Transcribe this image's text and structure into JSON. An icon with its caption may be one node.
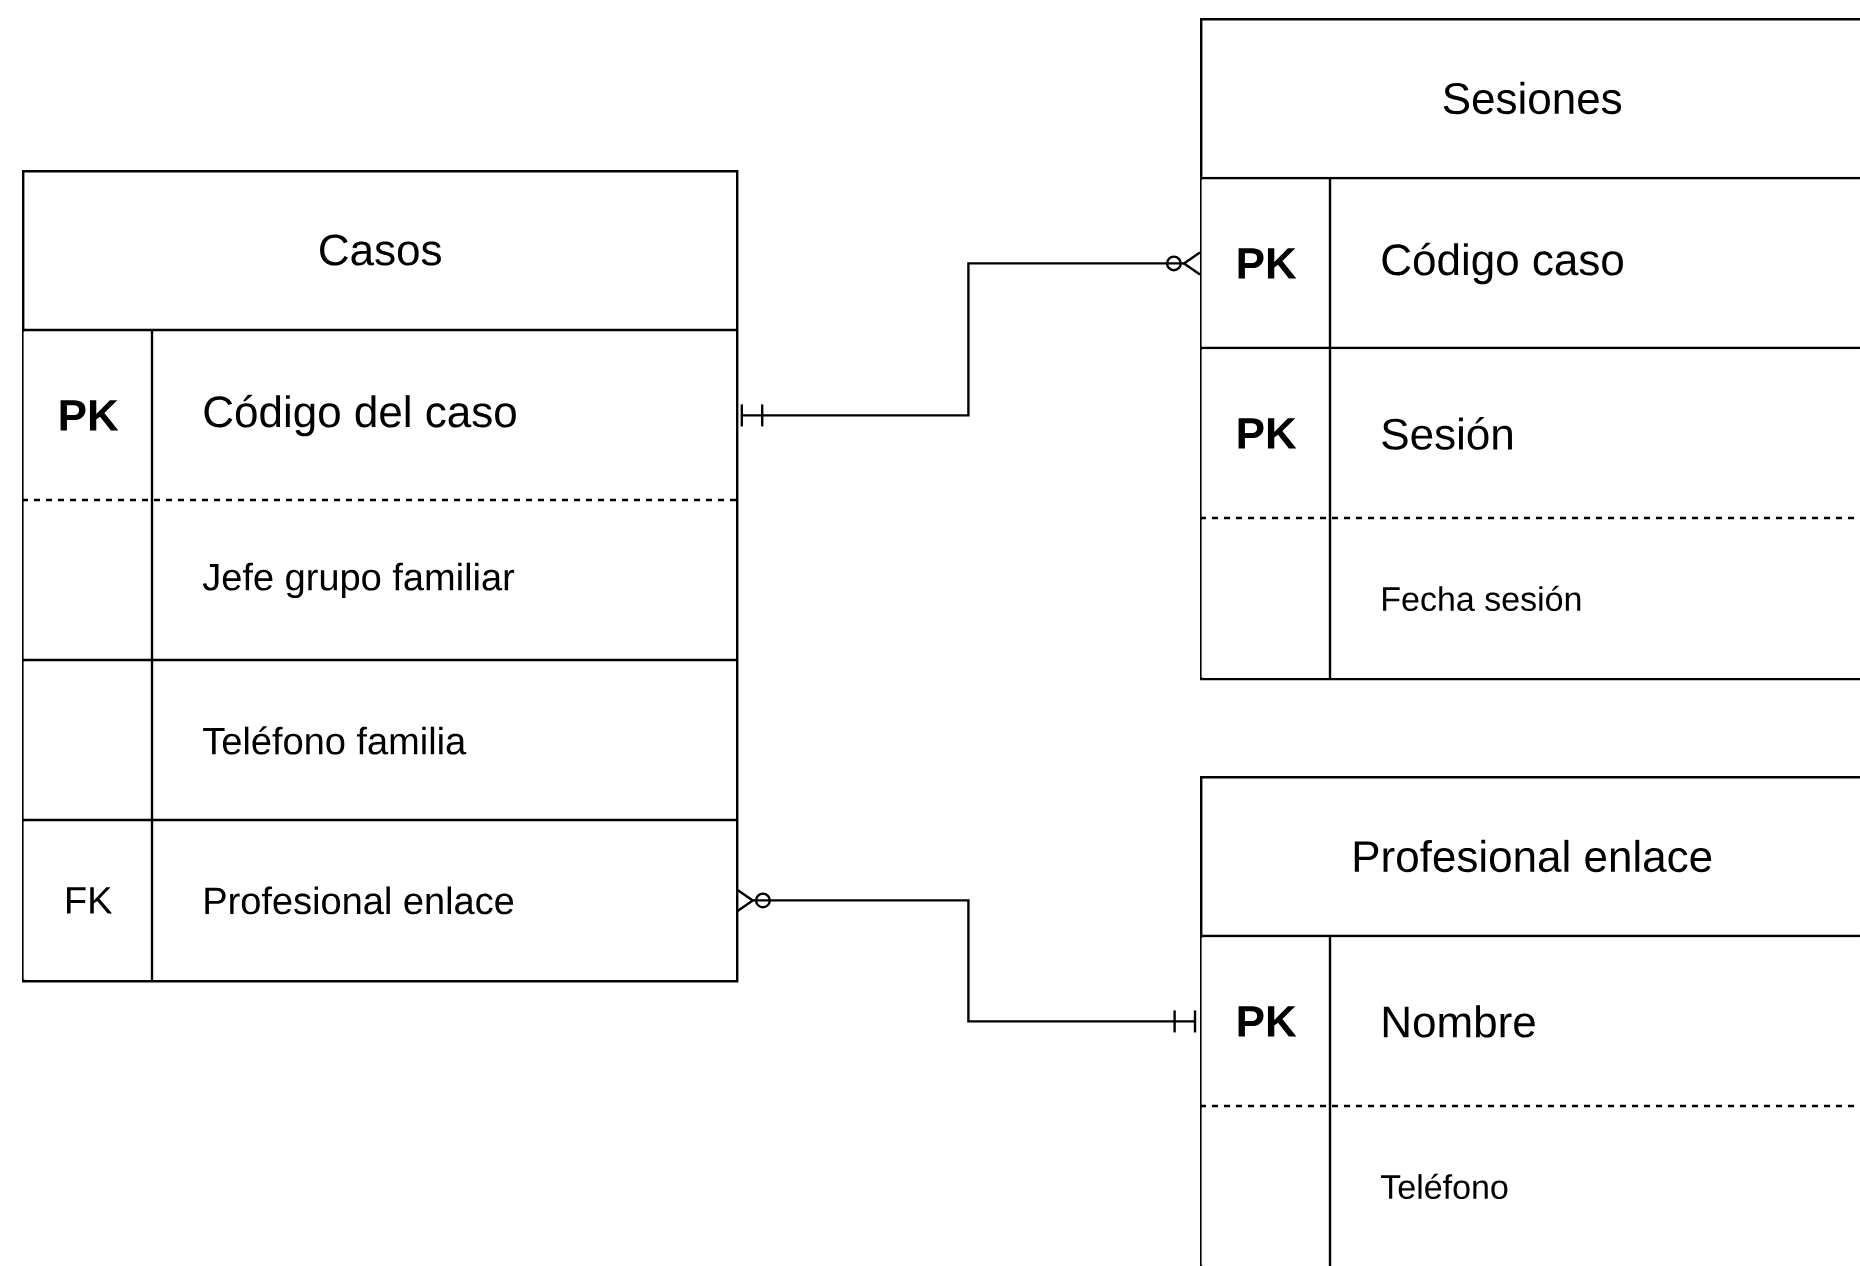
{
  "diagram": {
    "nodes": [
      {
        "text": [
          "Casos"
        ]
      },
      {
        "text": [
          "PK",
          "Código del caso"
        ],
        "in": 0
      },
      {
        "text": [
          "Jefe grupo familiar"
        ],
        "in": 0
      },
      {
        "text": [
          "Teléfono familia"
        ],
        "in": 0
      },
      {
        "text": [
          "FK",
          "Profesional enlace"
        ],
        "in": 0
      },
      {
        "text": [
          "Sesiones"
        ]
      },
      {
        "text": [
          "PK",
          "Código caso"
        ],
        "in": 5
      },
      {
        "text": [
          "PK",
          "Sesión"
        ],
        "in": 5
      },
      {
        "text": [
          "Fecha sesión"
        ],
        "in": 5
      },
      {
        "text": [
          "Profesional enlace"
        ]
      },
      {
        "text": [
          "PK",
          "Nombre"
        ],
        "in": 9
      },
      {
        "text": [
          "Teléfono"
        ],
        "in": 9
      }
    ],
    "edges": [
      {
        "from": 1,
        "to": 6,
        "arrow": "other"
      },
      {
        "from": 10,
        "to": 4,
        "arrow": "other"
      }
    ]
  }
}
